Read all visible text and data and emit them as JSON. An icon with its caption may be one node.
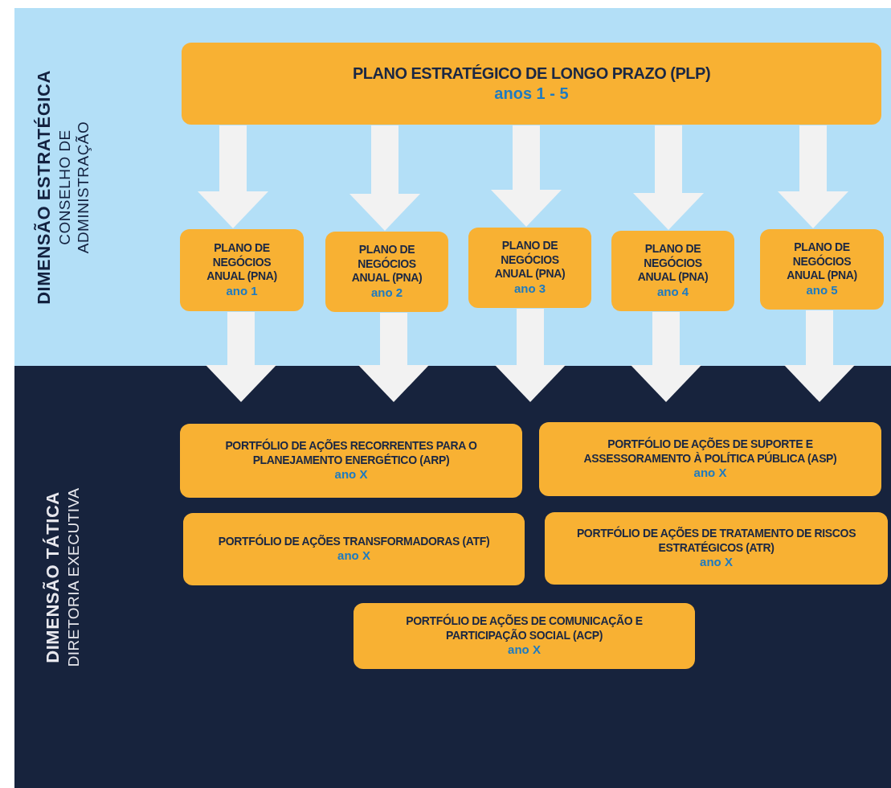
{
  "diagram": {
    "nodes": [
      {
        "text": [
          "DIMENSÃO ESTRATÉGICA",
          "CONSELHO DE ADMINISTRAÇÃO"
        ]
      },
      {
        "text": [
          "DIMENSÃO TÁTICA",
          "DIRETORIA EXECUTIVA"
        ]
      },
      {
        "text": [
          "PLANO ESTRATÉGICO DE LONGO PRAZO (PLP)",
          "anos 1 - 5"
        ],
        "in": 0
      },
      {
        "text": [
          "PLANO DE NEGÓCIOS ANUAL (PNA)",
          "ano 1"
        ],
        "in": 0
      },
      {
        "text": [
          "PLANO DE NEGÓCIOS ANUAL (PNA)",
          "ano 2"
        ],
        "in": 0
      },
      {
        "text": [
          "PLANO DE NEGÓCIOS ANUAL (PNA)",
          "ano 3"
        ],
        "in": 0
      },
      {
        "text": [
          "PLANO DE NEGÓCIOS ANUAL (PNA)",
          "ano 4"
        ],
        "in": 0
      },
      {
        "text": [
          "PLANO DE NEGÓCIOS ANUAL (PNA)",
          "ano 5"
        ],
        "in": 0
      },
      {
        "text": [
          "PORTFÓLIO DE AÇÕES RECORRENTES PARA O PLANEJAMENTO ENERGÉTICO (ARP)",
          "ano X"
        ],
        "in": 1
      },
      {
        "text": [
          "PORTFÓLIO DE AÇÕES DE SUPORTE E ASSESSORAMENTO À POLÍTICA PÚBLICA (ASP)",
          "ano X"
        ],
        "in": 1
      },
      {
        "text": [
          "PORTFÓLIO DE AÇÕES TRANSFORMADORAS (ATF)",
          "ano X"
        ],
        "in": 1
      },
      {
        "text": [
          "PORTFÓLIO DE AÇÕES DE TRATAMENTO DE RISCOS ESTRATÉGICOS (ATR)",
          "ano X"
        ],
        "in": 1
      },
      {
        "text": [
          "PORTFÓLIO DE AÇÕES DE COMUNICAÇÃO E PARTICIPAÇÃO SOCIAL (ACP)",
          "ano X"
        ],
        "in": 1
      }
    ],
    "edges": [
      {
        "from": 2,
        "to": 3,
        "arrow": "to"
      },
      {
        "from": 2,
        "to": 4,
        "arrow": "to"
      },
      {
        "from": 2,
        "to": 5,
        "arrow": "to"
      },
      {
        "from": 2,
        "to": 6,
        "arrow": "to"
      },
      {
        "from": 2,
        "to": 7,
        "arrow": "to"
      },
      {
        "from": 3,
        "to": 1,
        "arrow": "to"
      },
      {
        "from": 4,
        "to": 1,
        "arrow": "to"
      },
      {
        "from": 5,
        "to": 1,
        "arrow": "to"
      },
      {
        "from": 6,
        "to": 1,
        "arrow": "to"
      },
      {
        "from": 7,
        "to": 1,
        "arrow": "to"
      }
    ]
  }
}
